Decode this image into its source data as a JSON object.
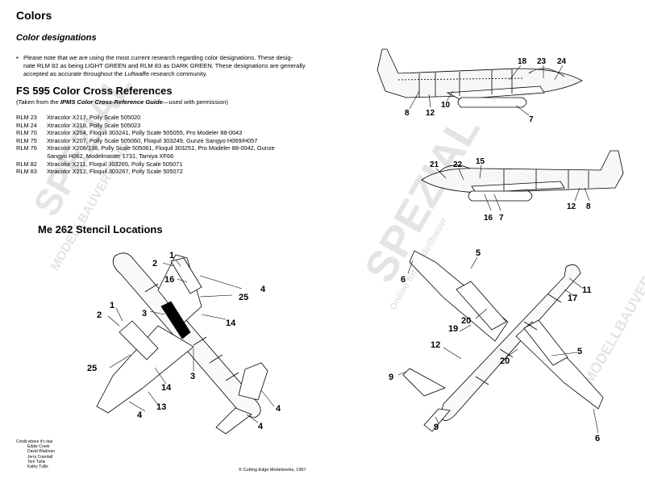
{
  "colors_heading": "Colors",
  "color_designations": {
    "heading": "Color designations",
    "bullet": "•",
    "note_line1": "Please note that we are using the most current research regarding color designations. These desig-",
    "note_line2": "nate RLM 82 as being LIGHT GREEN and RLM 83 as DARK GREEN. These designations are generally",
    "note_line3": "accepted as accurate throughout the Luftwaffe research community."
  },
  "fs595": {
    "heading": "FS 595 Color Cross References",
    "subtitle_pre": "(Taken from the ",
    "subtitle_source": "IPMS Color Cross-Reference Guide",
    "subtitle_post": "—used with permission)",
    "rows": [
      {
        "code": "RLM 23",
        "text": "Xtracolor X217, Polly Scale 505020"
      },
      {
        "code": "RLM 24",
        "text": "Xtracolor X218, Polly Scale 505023"
      },
      {
        "code": "RLM 70",
        "text": "Xtracolor X204, Floquil 303241, Polly Scale 505055, Pro Modeler 88-0043"
      },
      {
        "code": "RLM 75",
        "text": "Xtracolor X207, Polly Scale 505060, Floquil 303249, Gunze Sangyo H069/H057"
      },
      {
        "code": "RLM 76",
        "text": "Xtracolor X208/138, Polly Scale 505061, Floquil 303251, Pro Modeler 88-0042, Gunze"
      },
      {
        "code": "",
        "text": "Sangyo H062, Modelmaster 1731, Tamiya XF66"
      },
      {
        "code": "RLM 82",
        "text": "Xtracolor X211, Floquil 303265, Polly Scale 505071"
      },
      {
        "code": "RLM 83",
        "text": "Xtracolor X212, Floquil 303267, Polly Scale 505072"
      }
    ]
  },
  "stencil_heading": "Me 262 Stencil Locations",
  "callouts": {
    "side_top": [
      "18",
      "23",
      "24",
      "10",
      "8",
      "12",
      "7"
    ],
    "side_bottom": [
      "21",
      "22",
      "15",
      "16",
      "7",
      "12",
      "8"
    ],
    "plan_left": [
      "1",
      "2",
      "16",
      "4",
      "25",
      "1",
      "2",
      "3",
      "14",
      "25",
      "3",
      "14",
      "13",
      "4",
      "4",
      "4"
    ],
    "plan_right": [
      "5",
      "6",
      "11",
      "17",
      "20",
      "19",
      "12",
      "20",
      "5",
      "9",
      "9",
      "6"
    ]
  },
  "credits": {
    "heading": "Credit where it's due",
    "names": [
      "Eddie Creek",
      "David Wadman",
      "Jerry Crandall",
      "Tom Tullis",
      "Kathy Tullis"
    ]
  },
  "copyright": "© Cutting Edge Modelworks, 1997",
  "watermarks": {
    "brand": "SPEZIAL",
    "sub": "MODELLBAUVERSAND",
    "tagline": "Online für Modellbauer"
  }
}
